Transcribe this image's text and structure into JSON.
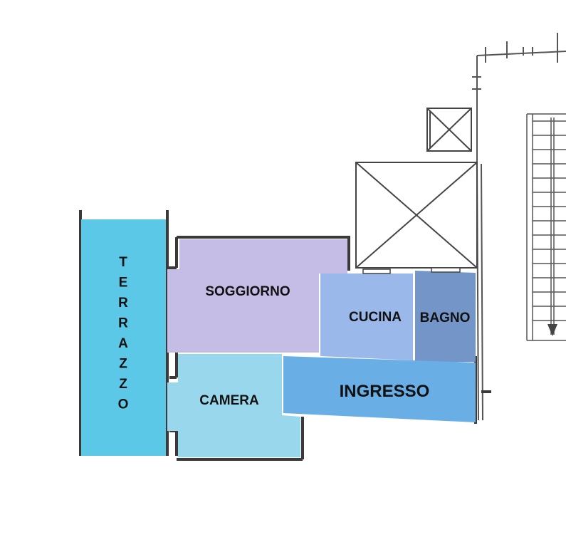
{
  "rooms": {
    "terrazzo": {
      "label": "TERRAZZO",
      "color": "#5bc8e8"
    },
    "soggiorno": {
      "label": "SOGGIORNO",
      "color": "#c6bde6"
    },
    "cucina": {
      "label": "CUCINA",
      "color": "#9ab8ea"
    },
    "bagno": {
      "label": "BAGNO",
      "color": "#7395c7"
    },
    "camera": {
      "label": "CAMERA",
      "color": "#99d8ec"
    },
    "ingresso": {
      "label": "INGRESSO",
      "color": "#6aaee6"
    }
  },
  "colors": {
    "wall": "#3a3a3a",
    "line": "#555555"
  }
}
